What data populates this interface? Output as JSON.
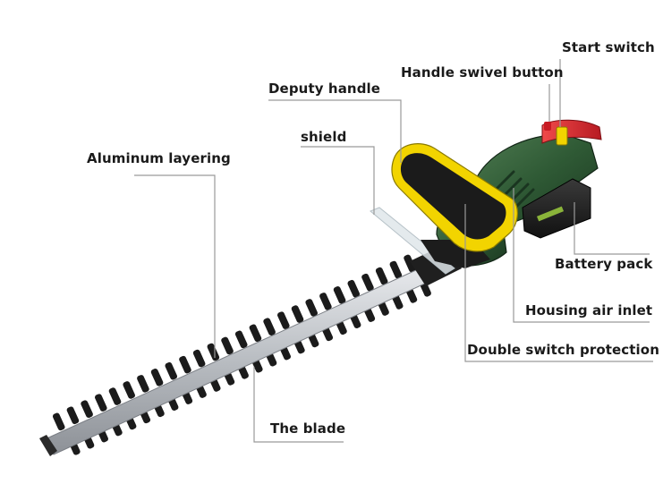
{
  "labels": {
    "start_switch": "Start switch",
    "handle_swivel_button": "Handle swivel button",
    "deputy_handle": "Deputy handle",
    "shield": "shield",
    "aluminum_layering": "Aluminum layering",
    "battery_pack": "Battery pack",
    "housing_air_inlet": "Housing air inlet",
    "double_switch_protection": "Double switch protection",
    "the_blade": "The blade"
  },
  "colors": {
    "body_green": "#2f5a35",
    "handle_yellow": "#f2d400",
    "handle_black": "#1b1b1b",
    "switch_red": "#d8202a",
    "blade_silver": "#c9ccd0",
    "leader_gray": "#9a9a9a"
  }
}
